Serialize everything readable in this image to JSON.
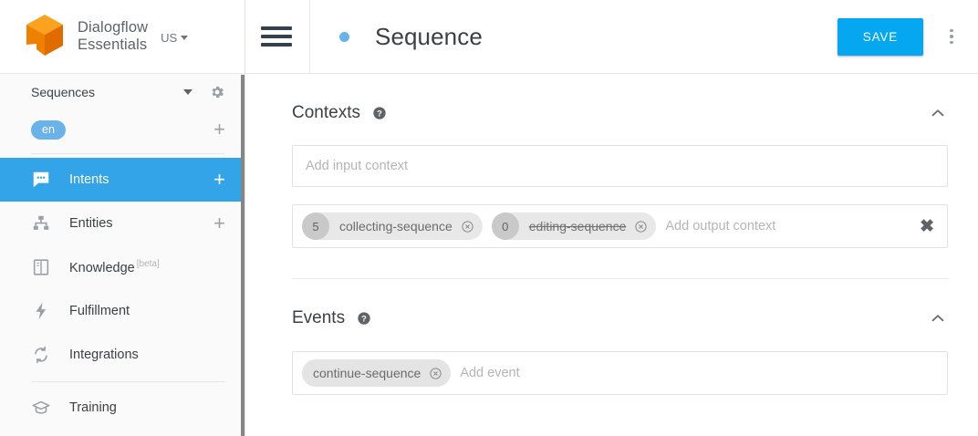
{
  "brand": {
    "name_line1": "Dialogflow",
    "name_line2": "Essentials",
    "region": "US",
    "logo_color_top": "#fba320",
    "logo_color_left": "#ef8000",
    "logo_color_right": "#e06c00"
  },
  "sidebar": {
    "agent_name": "Sequences",
    "language_chip": "en",
    "add_language_label": "+",
    "items": [
      {
        "label": "Intents",
        "icon": "intents-icon",
        "active": true,
        "action": "+",
        "beta": ""
      },
      {
        "label": "Entities",
        "icon": "entities-icon",
        "active": false,
        "action": "+",
        "beta": ""
      },
      {
        "label": "Knowledge",
        "icon": "knowledge-icon",
        "active": false,
        "action": "",
        "beta": "[beta]"
      },
      {
        "label": "Fulfillment",
        "icon": "fulfillment-icon",
        "active": false,
        "action": "",
        "beta": ""
      },
      {
        "label": "Integrations",
        "icon": "integrations-icon",
        "active": false,
        "action": "",
        "beta": ""
      },
      {
        "label": "Training",
        "icon": "training-icon",
        "active": false,
        "action": "",
        "beta": ""
      }
    ],
    "accent_color": "#34a4e8"
  },
  "header": {
    "menu_icon": "hamburger-icon",
    "status_dot_color": "#66b3e8",
    "title": "Sequence",
    "save_label": "SAVE",
    "save_color": "#05a7f0",
    "overflow_icon": "kebab-menu-icon"
  },
  "contexts": {
    "title": "Contexts",
    "help_icon": "help-icon",
    "collapse_icon": "chevron-up-icon",
    "input_placeholder": "Add input context",
    "output_placeholder": "Add output context",
    "clear_label": "✖",
    "output_contexts": [
      {
        "lifespan": "5",
        "name": "collecting-sequence",
        "expired": false
      },
      {
        "lifespan": "0",
        "name": "editing-sequence",
        "expired": true
      }
    ]
  },
  "events": {
    "title": "Events",
    "help_icon": "help-icon",
    "collapse_icon": "chevron-up-icon",
    "placeholder": "Add event",
    "chips": [
      {
        "name": "continue-sequence"
      }
    ]
  }
}
